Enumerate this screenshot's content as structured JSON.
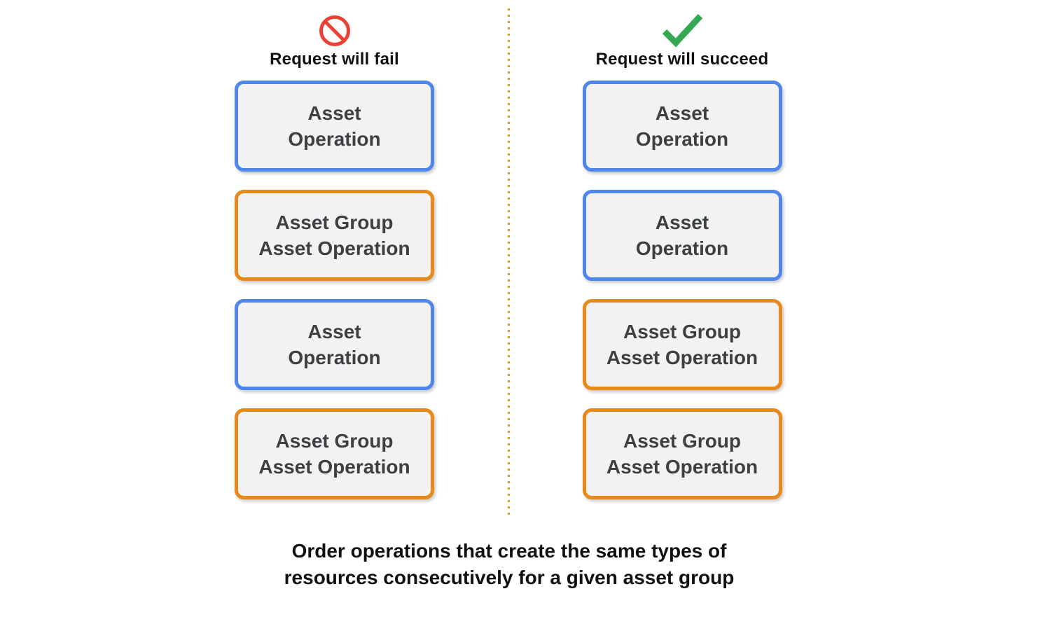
{
  "diagram": {
    "columns": [
      {
        "id": "fail",
        "icon": "prohibition-icon",
        "title": "Request will fail",
        "boxes": [
          {
            "type": "asset-operation",
            "line1": "Asset",
            "line2": "Operation"
          },
          {
            "type": "asset-group-asset-operation",
            "line1": "Asset Group",
            "line2": "Asset Operation"
          },
          {
            "type": "asset-operation",
            "line1": "Asset",
            "line2": "Operation"
          },
          {
            "type": "asset-group-asset-operation",
            "line1": "Asset Group",
            "line2": "Asset Operation"
          }
        ]
      },
      {
        "id": "succeed",
        "icon": "check-icon",
        "title": "Request will succeed",
        "boxes": [
          {
            "type": "asset-operation",
            "line1": "Asset",
            "line2": "Operation"
          },
          {
            "type": "asset-operation",
            "line1": "Asset",
            "line2": "Operation"
          },
          {
            "type": "asset-group-asset-operation",
            "line1": "Asset Group",
            "line2": "Asset Operation"
          },
          {
            "type": "asset-group-asset-operation",
            "line1": "Asset Group",
            "line2": "Asset Operation"
          }
        ]
      }
    ],
    "caption": {
      "line1": "Order operations that create the same types of",
      "line2": "resources consecutively for a given asset group"
    },
    "colors": {
      "asset_operation_border": "#4E86EC",
      "asset_group_asset_operation_border": "#E8891C",
      "box_fill": "#F2F2F2",
      "box_text": "#3C4043",
      "fail_icon_red": "#E94235",
      "success_icon_green": "#34A853",
      "divider_orange": "#E8962F",
      "heading_text": "#111111"
    }
  }
}
